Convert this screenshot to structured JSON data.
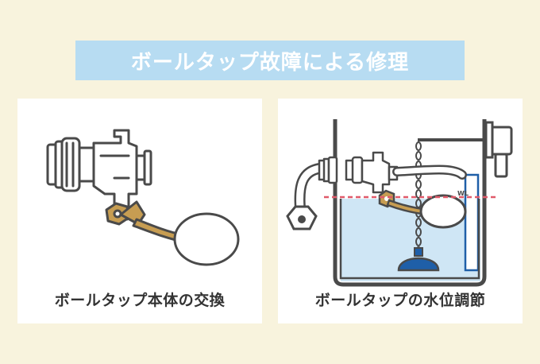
{
  "title": "ボールタップ故障による修理",
  "panels": [
    {
      "caption": "ボールタップ本体の交換"
    },
    {
      "caption": "ボールタップの水位調節",
      "wl_label": "WL"
    }
  ],
  "colors": {
    "background": "#f8f3dd",
    "banner": "#b7dcf2",
    "outline": "#4a4a4a",
    "brass": "#c79d52",
    "water": "#cfe6f5",
    "water_line": "#e05a6a",
    "valve_blue": "#1f5fa8"
  }
}
